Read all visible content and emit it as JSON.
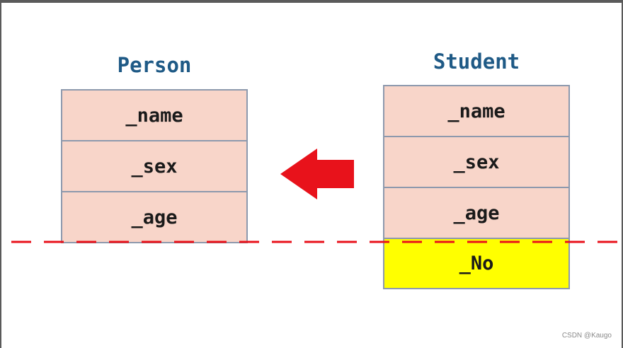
{
  "person": {
    "title": "Person",
    "fields": [
      "_name",
      "_sex",
      "_age"
    ]
  },
  "student": {
    "title": "Student",
    "fields": [
      "_name",
      "_sex",
      "_age"
    ],
    "extra_field": "_No"
  },
  "watermark": "CSDN @Kaugo",
  "colors": {
    "title": "#1f5a86",
    "field_fill": "#f8d5c9",
    "field_border": "#8d99ad",
    "extra_fill": "#ffff00",
    "arrow": "#e8121b",
    "dash": "#e8121b"
  }
}
